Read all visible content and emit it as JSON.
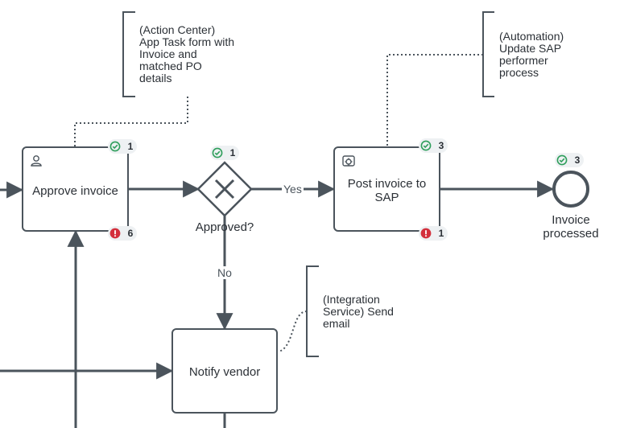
{
  "diagram": {
    "tasks": {
      "approve_invoice": {
        "label": "Approve invoice",
        "icon": "user-icon",
        "success_count": "1",
        "error_count": "6"
      },
      "post_invoice": {
        "label_line1": "Post invoice to",
        "label_line2": "SAP",
        "icon": "service-task-icon",
        "success_count": "3",
        "error_count": "1"
      },
      "notify_vendor": {
        "label": "Notify vendor"
      }
    },
    "gateway": {
      "label": "Approved?",
      "icon": "exclusive-gateway-x-icon",
      "success_count": "1"
    },
    "end_event": {
      "label_line1": "Invoice",
      "label_line2": "processed",
      "success_count": "3"
    },
    "flows": {
      "yes_label": "Yes",
      "no_label": "No"
    },
    "annotations": {
      "action_center": [
        "(Action Center)",
        "App Task form with",
        "Invoice and",
        "matched PO",
        "details"
      ],
      "automation": [
        "(Automation)",
        "Update SAP",
        "performer",
        "process"
      ],
      "integration": [
        "(Integration",
        "Service) Send",
        "email"
      ]
    },
    "colors": {
      "stroke": "#4b545c",
      "success": "#2e9e5b",
      "error": "#d32f3c",
      "badge_bg": "#eef1f3"
    }
  }
}
